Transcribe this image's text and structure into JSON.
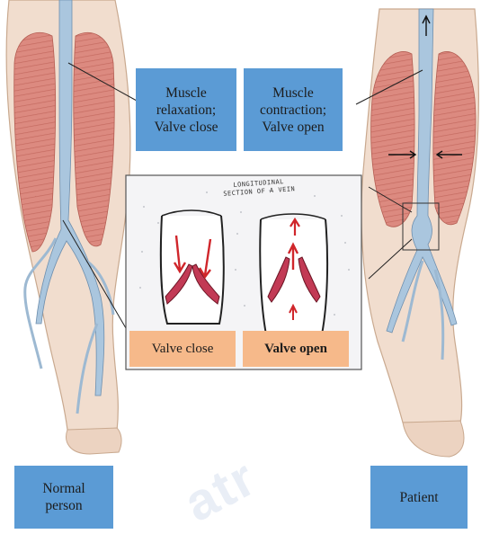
{
  "labels": {
    "relax_line1": "Muscle",
    "relax_line2": "relaxation;",
    "relax_line3": "Valve close",
    "contract_line1": "Muscle",
    "contract_line2": "contraction;",
    "contract_line3": "Valve open",
    "valve_close": "Valve close",
    "valve_open": "Valve open",
    "sketch_line1": "LONGITUDINAL",
    "sketch_line2": "SECTION OF A VEIN",
    "normal_line1": "Normal",
    "normal_line2": "person",
    "patient": "Patient"
  },
  "watermark": "atr",
  "colors": {
    "label_blue": "#5b9bd5",
    "label_orange": "#f6b98a",
    "muscle": "#d9847a",
    "skin": "#f0dccd",
    "vein": "#a9c4dc",
    "arrow_red": "#d0262b"
  }
}
